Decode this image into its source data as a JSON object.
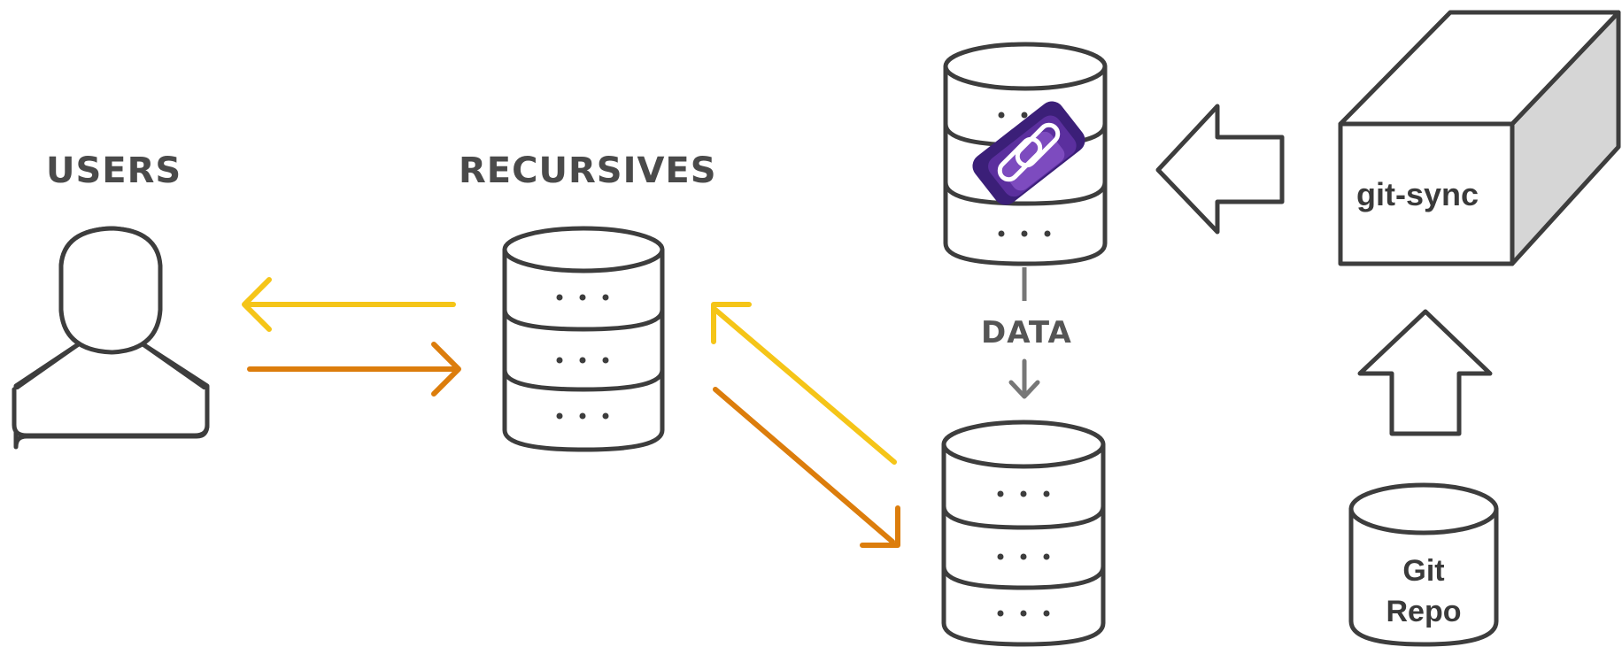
{
  "labels": {
    "users": "USERS",
    "recursives": "RECURSIVES",
    "data": "DATA",
    "git_sync": "git-sync",
    "git_repo_line1": "Git",
    "git_repo_line2": "Repo"
  },
  "icons": {
    "user": "user-silhouette-icon",
    "database": "database-icon",
    "logo": "purple-chain-link-logo",
    "box": "3d-box-icon",
    "cylinder": "git-repo-cylinder-icon"
  },
  "colors": {
    "arrow_yellow": "#f5c518",
    "arrow_orange": "#dc7d0c",
    "outline": "#3d3d3d",
    "text": "#4a4a4a",
    "data_arrow": "#777777",
    "logo_dark": "#3b1f78",
    "logo_mid": "#5b2f9e",
    "logo_light": "#7d4bbf",
    "box_side": "#d6d6d6"
  }
}
